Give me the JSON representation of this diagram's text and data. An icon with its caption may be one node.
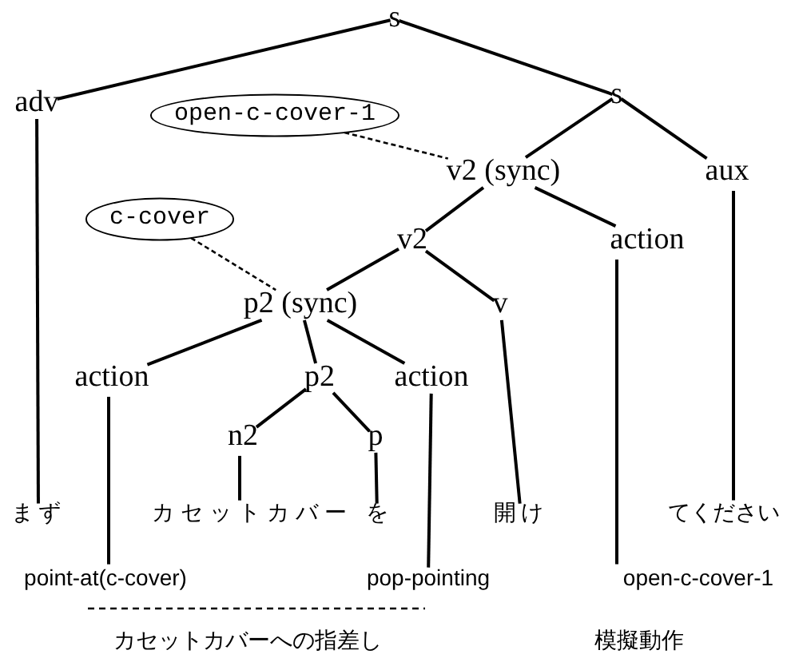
{
  "diagram": {
    "nodes": [
      {
        "text": [
          "s"
        ]
      },
      {
        "text": [
          "adv"
        ]
      },
      {
        "text": [
          "s"
        ]
      },
      {
        "text": [
          "open-c-cover-1"
        ]
      },
      {
        "text": [
          "v2 (sync)"
        ]
      },
      {
        "text": [
          "aux"
        ]
      },
      {
        "text": [
          "c-cover"
        ]
      },
      {
        "text": [
          "v2"
        ]
      },
      {
        "text": [
          "action"
        ]
      },
      {
        "text": [
          "p2 (sync)"
        ]
      },
      {
        "text": [
          "v"
        ]
      },
      {
        "text": [
          "action"
        ]
      },
      {
        "text": [
          "p2"
        ]
      },
      {
        "text": [
          "action"
        ]
      },
      {
        "text": [
          "n2"
        ]
      },
      {
        "text": [
          "p"
        ]
      },
      {
        "text": [
          "まず"
        ]
      },
      {
        "text": [
          "カセットカバー"
        ]
      },
      {
        "text": [
          "を"
        ]
      },
      {
        "text": [
          "開け"
        ]
      },
      {
        "text": [
          "てください"
        ]
      },
      {
        "text": [
          "point-at(c-cover)"
        ]
      },
      {
        "text": [
          "pop-pointing"
        ]
      },
      {
        "text": [
          "open-c-cover-1"
        ]
      }
    ],
    "edges": [
      {
        "from": 0,
        "to": 1,
        "arrow": "none"
      },
      {
        "from": 0,
        "to": 2,
        "arrow": "none"
      },
      {
        "from": 2,
        "to": 4,
        "arrow": "none"
      },
      {
        "from": 2,
        "to": 5,
        "arrow": "none"
      },
      {
        "from": 3,
        "to": 4,
        "arrow": "none",
        "style": "dashed"
      },
      {
        "from": 4,
        "to": 7,
        "arrow": "none"
      },
      {
        "from": 4,
        "to": 8,
        "arrow": "none"
      },
      {
        "from": 6,
        "to": 9,
        "arrow": "none",
        "style": "dashed"
      },
      {
        "from": 7,
        "to": 9,
        "arrow": "none"
      },
      {
        "from": 7,
        "to": 10,
        "arrow": "none"
      },
      {
        "from": 9,
        "to": 11,
        "arrow": "none"
      },
      {
        "from": 9,
        "to": 12,
        "arrow": "none"
      },
      {
        "from": 9,
        "to": 13,
        "arrow": "none"
      },
      {
        "from": 12,
        "to": 14,
        "arrow": "none"
      },
      {
        "from": 12,
        "to": 15,
        "arrow": "none"
      },
      {
        "from": 1,
        "to": 16,
        "arrow": "none"
      },
      {
        "from": 14,
        "to": 17,
        "arrow": "none"
      },
      {
        "from": 15,
        "to": 18,
        "arrow": "none"
      },
      {
        "from": 10,
        "to": 19,
        "arrow": "none"
      },
      {
        "from": 5,
        "to": 20,
        "arrow": "none"
      },
      {
        "from": 11,
        "to": 21,
        "arrow": "none"
      },
      {
        "from": 13,
        "to": 22,
        "arrow": "none"
      },
      {
        "from": 8,
        "to": 23,
        "arrow": "none"
      }
    ],
    "labels": [
      "カセットカバーへの指差し",
      "模擬動作"
    ]
  }
}
